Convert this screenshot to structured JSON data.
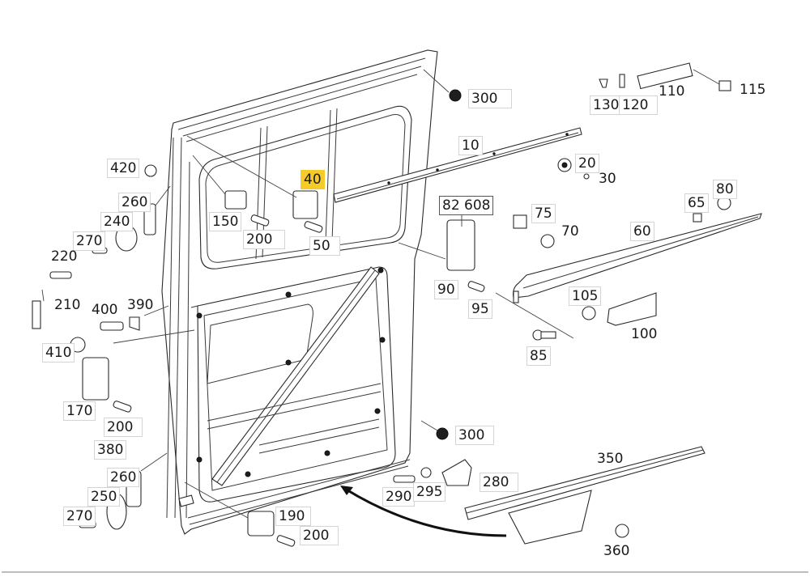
{
  "diagram": {
    "title": "Sliding door parts exploded view",
    "highlighted_part": "40",
    "highlight_color": "#f5cb2a",
    "labels": [
      {
        "id": "300a",
        "text": "300"
      },
      {
        "id": "130",
        "text": "130"
      },
      {
        "id": "120",
        "text": "120"
      },
      {
        "id": "110",
        "text": "110"
      },
      {
        "id": "115",
        "text": "115"
      },
      {
        "id": "10",
        "text": "10"
      },
      {
        "id": "20",
        "text": "20"
      },
      {
        "id": "30",
        "text": "30"
      },
      {
        "id": "420",
        "text": "420"
      },
      {
        "id": "40",
        "text": "40"
      },
      {
        "id": "260a",
        "text": "260"
      },
      {
        "id": "150",
        "text": "150"
      },
      {
        "id": "240",
        "text": "240"
      },
      {
        "id": "200a",
        "text": "200"
      },
      {
        "id": "50",
        "text": "50"
      },
      {
        "id": "270a",
        "text": "270"
      },
      {
        "id": "220",
        "text": "220"
      },
      {
        "id": "82608",
        "text": "82 608"
      },
      {
        "id": "75",
        "text": "75"
      },
      {
        "id": "70",
        "text": "70"
      },
      {
        "id": "65",
        "text": "65"
      },
      {
        "id": "80",
        "text": "80"
      },
      {
        "id": "60",
        "text": "60"
      },
      {
        "id": "210",
        "text": "210"
      },
      {
        "id": "400",
        "text": "400"
      },
      {
        "id": "390",
        "text": "390"
      },
      {
        "id": "90",
        "text": "90"
      },
      {
        "id": "95",
        "text": "95"
      },
      {
        "id": "105",
        "text": "105"
      },
      {
        "id": "100",
        "text": "100"
      },
      {
        "id": "410",
        "text": "410"
      },
      {
        "id": "85",
        "text": "85"
      },
      {
        "id": "170",
        "text": "170"
      },
      {
        "id": "200b",
        "text": "200"
      },
      {
        "id": "380",
        "text": "380"
      },
      {
        "id": "300b",
        "text": "300"
      },
      {
        "id": "350",
        "text": "350"
      },
      {
        "id": "260b",
        "text": "260"
      },
      {
        "id": "280",
        "text": "280"
      },
      {
        "id": "250",
        "text": "250"
      },
      {
        "id": "290",
        "text": "290"
      },
      {
        "id": "295",
        "text": "295"
      },
      {
        "id": "270b",
        "text": "270"
      },
      {
        "id": "190",
        "text": "190"
      },
      {
        "id": "200c",
        "text": "200"
      },
      {
        "id": "360",
        "text": "360"
      }
    ]
  }
}
